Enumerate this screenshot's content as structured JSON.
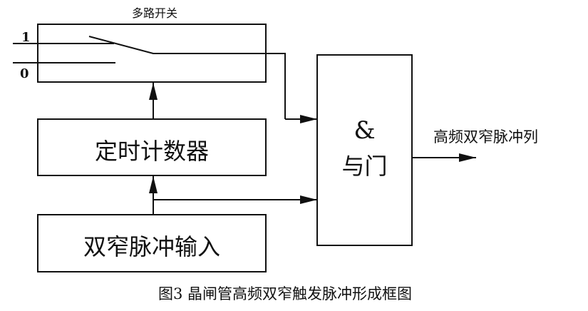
{
  "diagram": {
    "switch_title": "多路开关",
    "input_1_label": "1",
    "input_0_label": "0",
    "timer_label": "定时计数器",
    "input_block_label": "双窄脉冲输入",
    "and_symbol": "&",
    "and_label": "与门",
    "output_label": "高频双窄脉冲列",
    "caption": "图3 晶闸管高频双窄触发脉冲形成框图"
  }
}
